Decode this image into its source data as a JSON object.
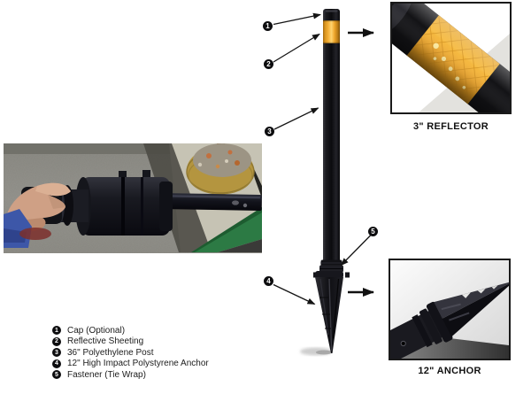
{
  "legend": {
    "items": [
      {
        "num": "1",
        "label": "Cap (Optional)"
      },
      {
        "num": "2",
        "label": "Reflective Sheeting"
      },
      {
        "num": "3",
        "label": "36\" Polyethylene Post"
      },
      {
        "num": "4",
        "label": "12\" High Impact Polystyrene Anchor"
      },
      {
        "num": "5",
        "label": "Fastener (Tie Wrap)"
      }
    ]
  },
  "insets": {
    "reflector": {
      "caption": "3\" REFLECTOR"
    },
    "anchor": {
      "caption": "12\" ANCHOR"
    }
  },
  "colors": {
    "post_black": "#121215",
    "reflective_yellow": "#F2A92F",
    "arrow_black": "#141414",
    "background": "#FFFFFF"
  }
}
